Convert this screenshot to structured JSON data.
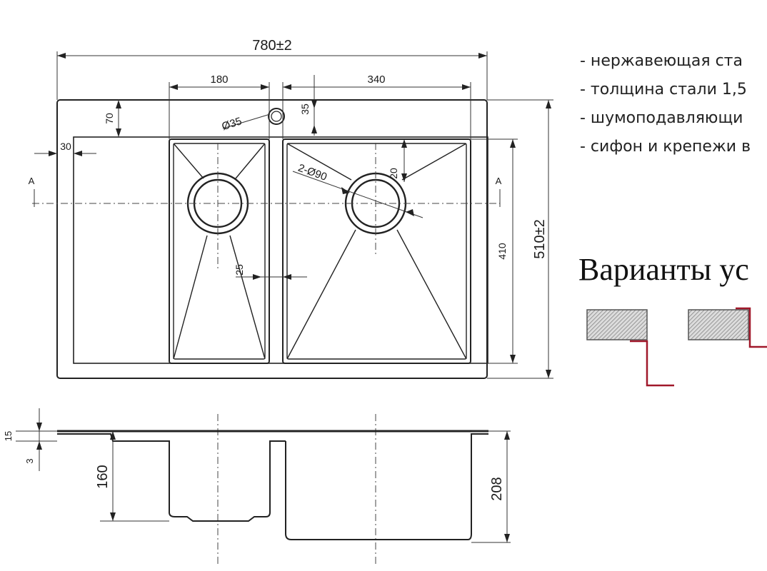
{
  "drawing": {
    "dim_overall_width": "780±2",
    "dim_left_bowl_width": "180",
    "dim_right_bowl_width": "340",
    "dim_top_offset": "70",
    "dim_left_offset": "30",
    "dim_tap_hole": "Ø35",
    "dim_tap_offset": "35",
    "dim_drain_holes": "2-Ø90",
    "dim_drain_offset": "20",
    "dim_bowl_gap": "25",
    "dim_bowl_depth_len": "410",
    "dim_overall_depth": "510±2",
    "section_mark_left": "A",
    "section_mark_right": "A",
    "dim_rim_height": "15",
    "dim_rim_thickness": "3",
    "dim_small_bowl_depth": "160",
    "dim_large_bowl_depth": "208"
  },
  "specs": {
    "bullets": [
      "- нержавеющая ста",
      "- толщина стали 1,5",
      "- шумоподавляющи",
      "- сифон и крепежи в"
    ]
  },
  "variants": {
    "title": "Варианты ус",
    "accent_color": "#a0182a"
  }
}
